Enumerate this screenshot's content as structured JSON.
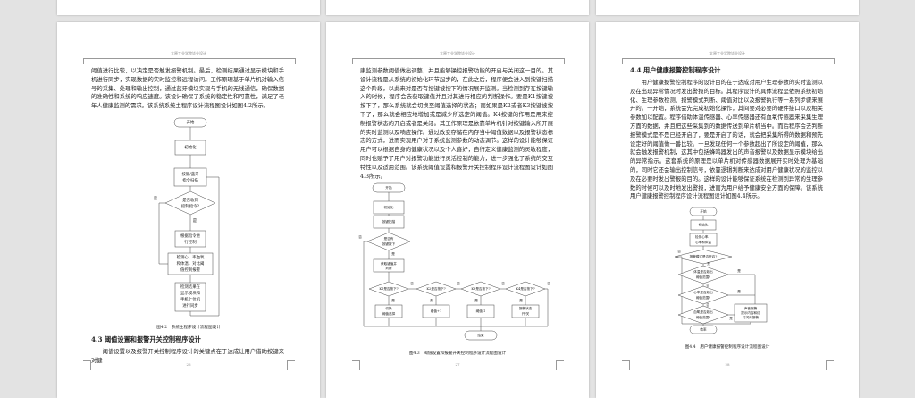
{
  "running_header": "太原工业学院毕业设计",
  "pages": [
    {
      "number": "26",
      "body": "阈值进行比较，以决定是否触发报警机制。最后，检测结果通过显示模块和手机进行同步，实现数据的实时监控和远程访问。工作原理基于单片机对输入信号的采集、处理和输出控制，通过蓝牙模块实现与手机的无线通信，确保数据的准确性和系统的响应速度。该设计确保了系统的稳定性和可靠性，满足了老年人健康监测的需求。该系统系统主程序设计流程图设计如图4.2所示。",
      "flow": {
        "start": "开始",
        "init": "初始化",
        "scan": [
          "按键/蓝牙",
          "指令扫描"
        ],
        "decision": [
          "是否收到",
          "控制指令?"
        ],
        "yes": "是",
        "no": "否",
        "control": [
          "根据指令进",
          "行控制"
        ],
        "detect": [
          "检测心、率血氧",
          "和体温，对比阈",
          "值控制报警"
        ],
        "sync": [
          "检测结果在",
          "显示模块和",
          "手机上位机",
          "进行同步"
        ]
      },
      "caption": "图4.2　系统主程序设计流程图设计",
      "heading": "4.3 阈值设置和报警开关控制程序设计",
      "body2": "阈值设置以及报警开关控制程序设计的关键点在于达成让用户借助按键来对健"
    },
    {
      "number": "27",
      "body": "康监测参数阈值做出调整，并且能够操控报警功能的开启与关闭这一目的。其设计流程是从系统的初始化环节起步的，在此之后，程序便会进入到按键扫描这个阶段，以此来对是否有按键被按下的情况展开监测。当检测到存在按键输入的时候，程序会去获取键值并且对其进行相应的判断操作。要是K1按键被按下了，那么系统就会切换至阈值选择的状态；而如果是K2或者K3按键被按下了，那么就会相应地增加或是减少所选定的阈值。K4按键的作用是用来控制报警状态的开启或者是关闭。其工作原理是依靠单片机针对按键输入所开展的实时监测以及响应操作。通过改变存储在内存当中阈值数据以及报警状态标志的方式，进而实现用户对于系统监测参数的动态调节。这样的设计能够保证用户可以根据自身的健康状况以及个人喜好，自行定义健康监测的灵敏程度，同时也赋予了用户对报警功能进行灵活控制的能力，进一步强化了系统的交互特性以及适用范围。该系统阈值设置和报警开关控制程序设计流程图设计如图4.3所示。",
      "flow": {
        "start": "开始",
        "init": "初始化",
        "scan": "按键扫描",
        "decision": [
          "是否有",
          "按键按下"
        ],
        "yes": "是",
        "no": "否",
        "getkey": [
          "获取键值并",
          "判断"
        ],
        "k1": "K1是否按下?",
        "k2": "K2是否按下?",
        "k3": "K3是否按下?",
        "k4": "K4是否按下?",
        "a1": [
          "切换",
          "阈值选择"
        ],
        "a2": "阈值+1",
        "a3": "阈值-1",
        "a4": [
          "报警状态",
          "开/关"
        ],
        "end": "结束"
      },
      "caption": "图4.3　阈值设置和报警开关控制程序设计流程图设计"
    },
    {
      "number": "28",
      "heading": "4.4 用户健康报警控制程序设计",
      "body": "用户健康报警控制程序的设计目的在于达成对用户生理参数的实时监测以及在出现异常情况时发出警报的目标。其程序设计的具体流程是依照系统初始化、生理参数检测、报警模式判断、阈值对比以及报警执行等一系列步骤来展开的。一开始，系统会先完成初始化操作，其间要对必要的硬件接口以及相关参数加以配置。程序借助体温传感器、心率传感器还有血氧传感器来采集生理方面的数据，并且把这些采集到的数据传送到单片机当中。而后程序会去判断报警模式是不是已经开启了，要是开启了的话，就会把采集所得的数据和预先设定好的阈值做一番比较。一旦发现任何一个参数超出了所设定的阈值，那么就会触发报警机制，这其中包括蜂鸣器发出的声音报警以及数据显示模块给出的异常指示。这套系统的原理是以单片机对传感器数据展开实时处理为基础的，同时它还会输出控制信号，依靠逻辑判断来达成对用户健康状况的监控以及在必要时发出警报的目的。这样的设计能够保证系统在检测到异常的生理参数的时候可以及时地发出警报，进而为用户给予健康安全方面的保障。该系统用户健康报警控制程序设计流程图设计如图4.4所示。",
      "flow": {
        "start": "开始",
        "init": "初始化",
        "detect": [
          "检测心率、",
          "心率和体温"
        ],
        "mode": "报警模式是否开启?",
        "temp": [
          "体温是否超出",
          "阈值范围?"
        ],
        "hr": [
          "心率是否超出",
          "阈值范围?"
        ],
        "spo2": [
          "血氧是否超出",
          "阈值范围?"
        ],
        "yes": "是",
        "no": "否",
        "alarm": [
          "声音报警",
          "提示内容和红",
          "灯闪烁报警"
        ],
        "end": "结束"
      },
      "caption": "图4.4　用户健康报警控制程序设计流程图设计"
    }
  ]
}
